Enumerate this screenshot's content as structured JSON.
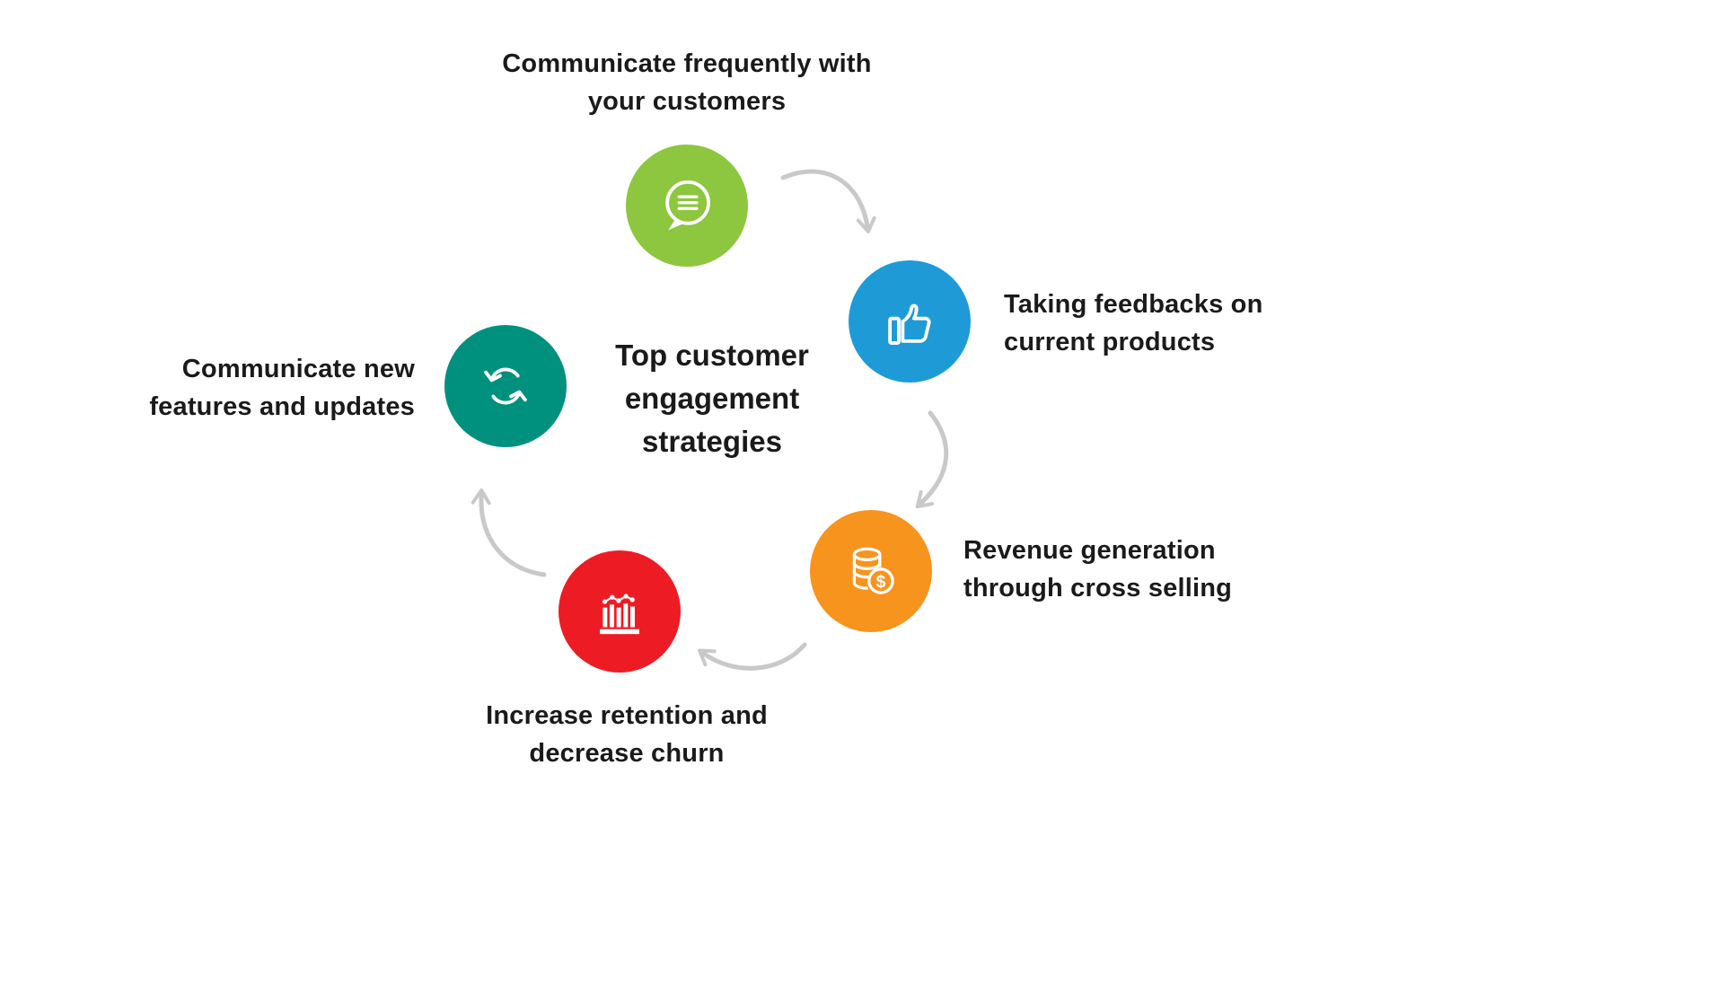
{
  "title": "Top customer engagement strategies",
  "nodes": [
    {
      "id": "communicate-frequently",
      "label": "Communicate frequently with your customers",
      "color": "#8dc63f",
      "icon": "speech-bubble-icon"
    },
    {
      "id": "taking-feedbacks",
      "label": "Taking feedbacks on current products",
      "color": "#1e9bd7",
      "icon": "thumbs-up-icon"
    },
    {
      "id": "revenue-generation",
      "label": "Revenue generation through cross selling",
      "color": "#f7941d",
      "icon": "coins-dollar-icon"
    },
    {
      "id": "increase-retention",
      "label": "Increase retention and decrease churn",
      "color": "#ed1c24",
      "icon": "bar-chart-icon"
    },
    {
      "id": "communicate-new-features",
      "label": "Communicate new features and updates",
      "color": "#00917e",
      "icon": "refresh-cycle-icon"
    }
  ],
  "colors": {
    "arrow": "#c9c9c9",
    "text": "#1a1a1a",
    "background": "#ffffff",
    "icon_stroke": "#ffffff"
  }
}
